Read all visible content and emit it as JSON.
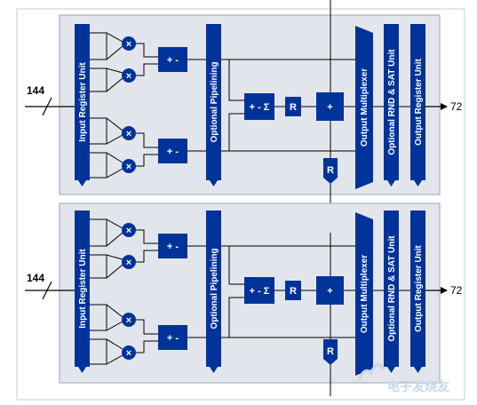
{
  "blocks": [
    {
      "input_label": "144",
      "output_label": "72",
      "input_register": "Input Register Unit",
      "pipelining": "Optional Pipelining",
      "multiplexer": "Output Multiplexer",
      "rnd_sat": "Optional RND & SAT Unit",
      "output_register": "Output Register Unit",
      "multiplier_symbol": "×",
      "adder_label": "+ -",
      "acc_label": "+ - Σ",
      "r_label": "R",
      "plus_label": "+",
      "rb_label": "R"
    },
    {
      "input_label": "144",
      "output_label": "72",
      "input_register": "Input Register Unit",
      "pipelining": "Optional Pipelining",
      "multiplexer": "Output Multiplexer",
      "rnd_sat": "Optional RND & SAT Unit",
      "output_register": "Output Register Unit",
      "multiplier_symbol": "×",
      "adder_label": "+ -",
      "acc_label": "+ - Σ",
      "r_label": "R",
      "plus_label": "+",
      "rb_label": "R"
    }
  ],
  "watermark": "电子发烧友",
  "colors": {
    "panel_fill": "#e2e6ec",
    "panel_stroke": "#a8b1bd",
    "block_blue": "#003399",
    "wire": "#000000"
  }
}
